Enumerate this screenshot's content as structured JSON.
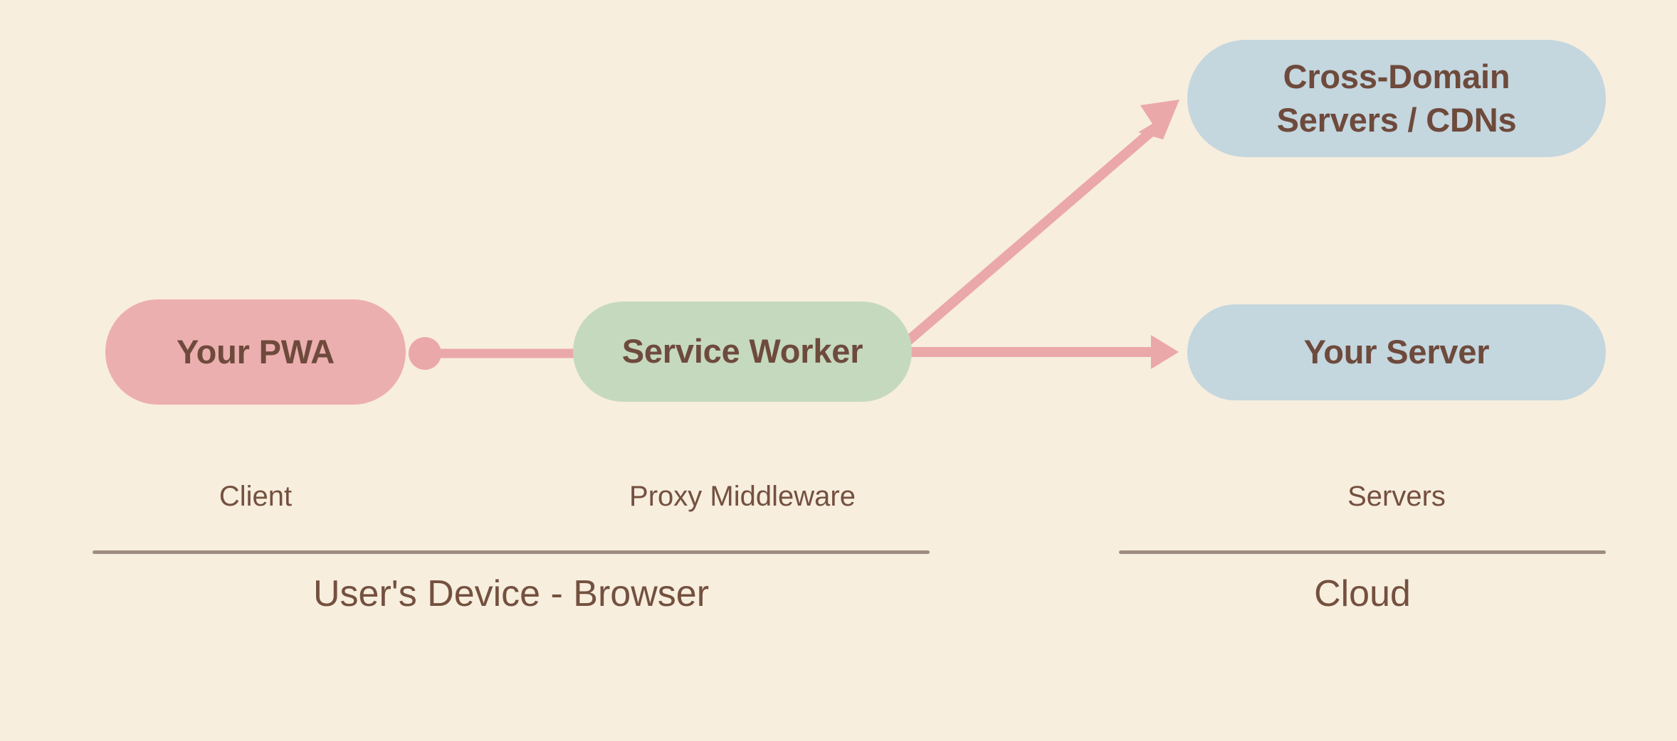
{
  "diagram": {
    "background_color": "#F7EEDE",
    "text_color": "#6E4A3C",
    "label_color": "#74503F",
    "edge_color": "#EBA8A8",
    "divider_color": "#A08C82",
    "nodes": [
      {
        "id": "pwa",
        "label": "Your PWA",
        "fill": "#ECAFAF",
        "zone": "Client"
      },
      {
        "id": "service-worker",
        "label": "Service Worker",
        "fill": "#C5D9BE",
        "zone": "Proxy Middleware"
      },
      {
        "id": "cross-domain",
        "label_line1": "Cross-Domain",
        "label_line2": "Servers / CDNs",
        "fill": "#C4D6DE",
        "zone": "Servers"
      },
      {
        "id": "your-server",
        "label": "Your Server",
        "fill": "#C4D6DE",
        "zone": "Servers"
      }
    ],
    "edges": [
      {
        "id": "pwa-to-service-worker",
        "from": "pwa",
        "to": "service-worker",
        "start_marker": "dot",
        "end_marker": "none",
        "color": "#EBA8A8"
      },
      {
        "id": "service-worker-to-cross-domain",
        "from": "service-worker",
        "to": "cross-domain",
        "start_marker": "none",
        "end_marker": "arrow",
        "color": "#EBA8A8"
      },
      {
        "id": "service-worker-to-your-server",
        "from": "service-worker",
        "to": "your-server",
        "start_marker": "none",
        "end_marker": "arrow",
        "color": "#EBA8A8"
      }
    ],
    "zones": {
      "client": "Client",
      "proxy": "Proxy Middleware",
      "servers": "Servers"
    },
    "groups": {
      "left": "User's Device - Browser",
      "right": "Cloud"
    }
  }
}
